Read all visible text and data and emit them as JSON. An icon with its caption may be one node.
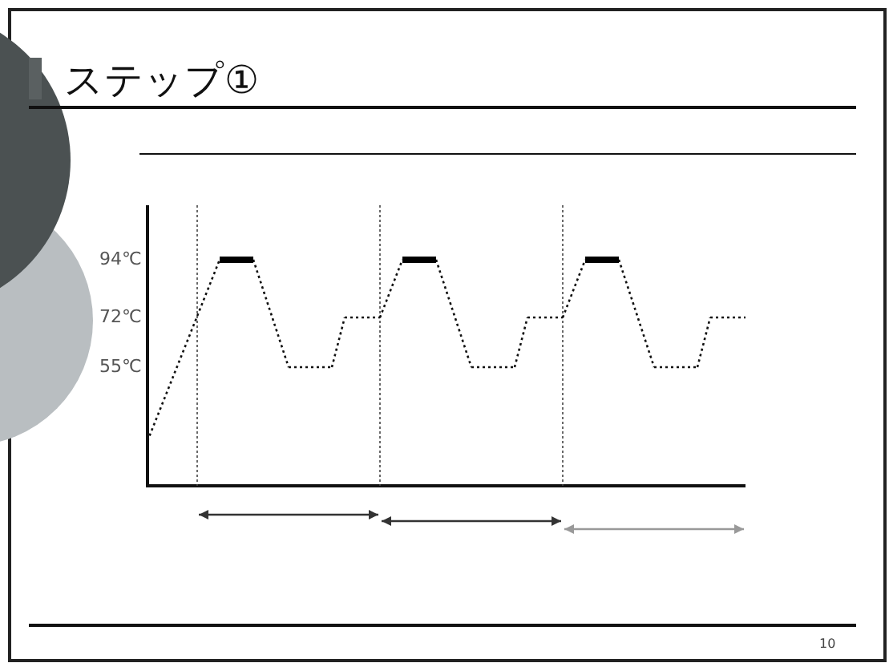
{
  "diagram": {
    "title": "ステップ①",
    "labels": [
      "94℃",
      "72℃",
      "55℃",
      "10"
    ]
  }
}
